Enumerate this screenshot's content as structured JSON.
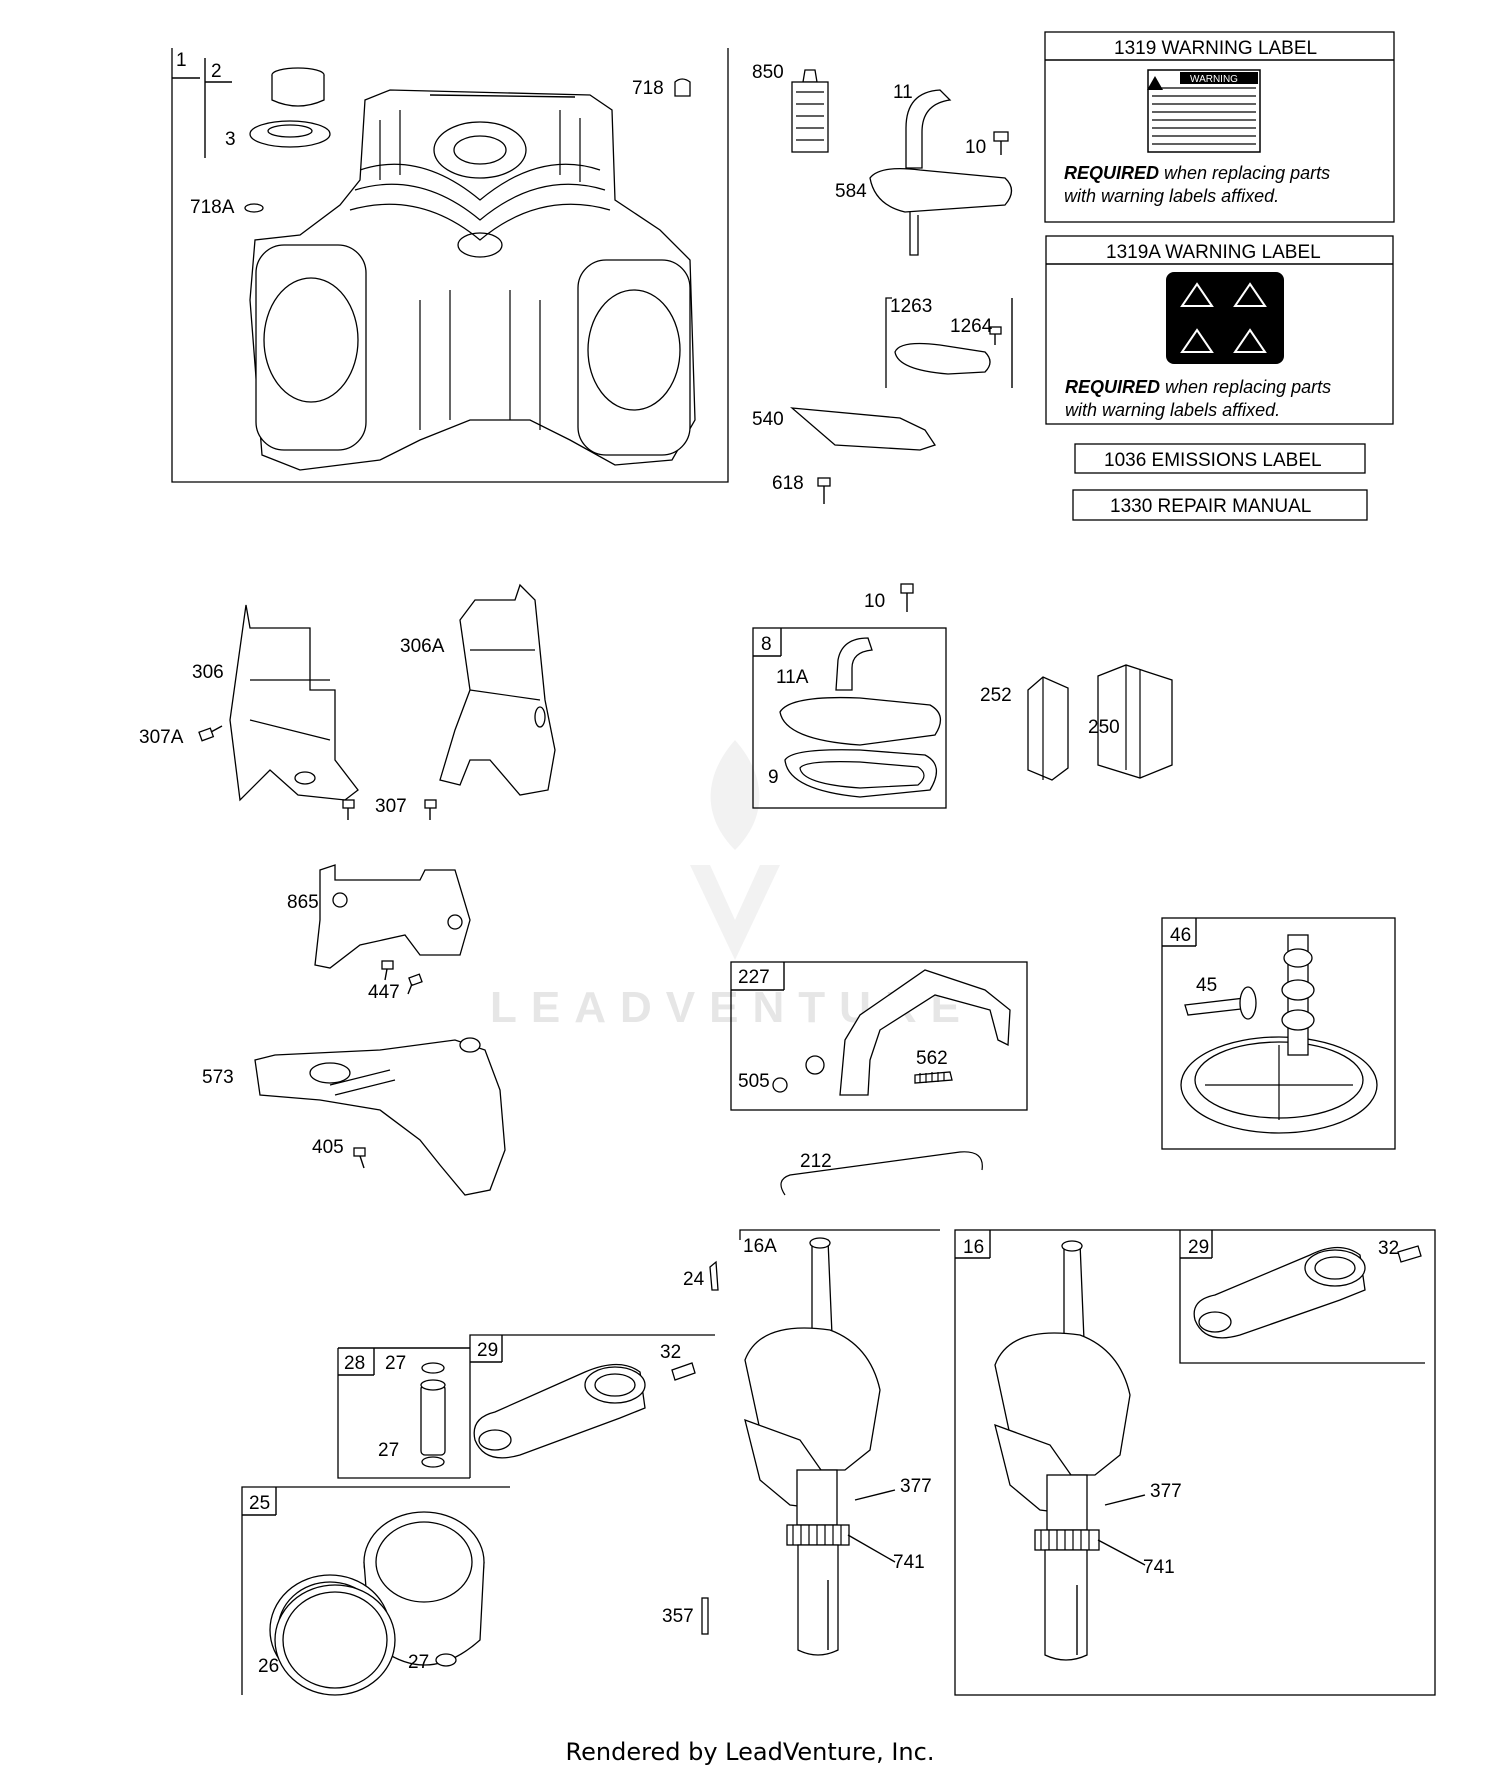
{
  "labels": {
    "c1": "1",
    "c2": "2",
    "c3": "3",
    "c718": "718",
    "c718a": "718A",
    "p850": "850",
    "p11": "11",
    "p10a": "10",
    "p584": "584",
    "p1263": "1263",
    "p1264": "1264",
    "p540": "540",
    "p618": "618",
    "p306": "306",
    "p306a": "306A",
    "p307a": "307A",
    "p307": "307",
    "p10b": "10",
    "p8": "8",
    "p11a": "11A",
    "p9": "9",
    "p252": "252",
    "p250": "250",
    "p865": "865",
    "p447": "447",
    "p573": "573",
    "p405": "405",
    "p227": "227",
    "p505": "505",
    "p562": "562",
    "p46": "46",
    "p45": "45",
    "p212": "212",
    "p16a": "16A",
    "p24": "24",
    "p377a": "377",
    "p741a": "741",
    "p357": "357",
    "p16": "16",
    "p29b": "29",
    "p32b": "32",
    "p377b": "377",
    "p741b": "741",
    "p28": "28",
    "p27a": "27",
    "p27b": "27",
    "p29a": "29",
    "p32a": "32",
    "p25": "25",
    "p26": "26",
    "p27c": "27"
  },
  "warning_1": {
    "title": "1319 WARNING LABEL",
    "req_bold": "REQUIRED",
    "req_rest": " when replacing parts",
    "req_line2": "with warning labels affixed.",
    "sticker_head": "WARNING"
  },
  "warning_2": {
    "title": "1319A WARNING LABEL",
    "req_bold": "REQUIRED",
    "req_rest": " when replacing parts",
    "req_line2": "with warning labels affixed."
  },
  "emissions_label": "1036 EMISSIONS LABEL",
  "repair_manual": "1330 REPAIR MANUAL",
  "watermark": "LEADVENTURE",
  "footer": "Rendered by LeadVenture, Inc."
}
